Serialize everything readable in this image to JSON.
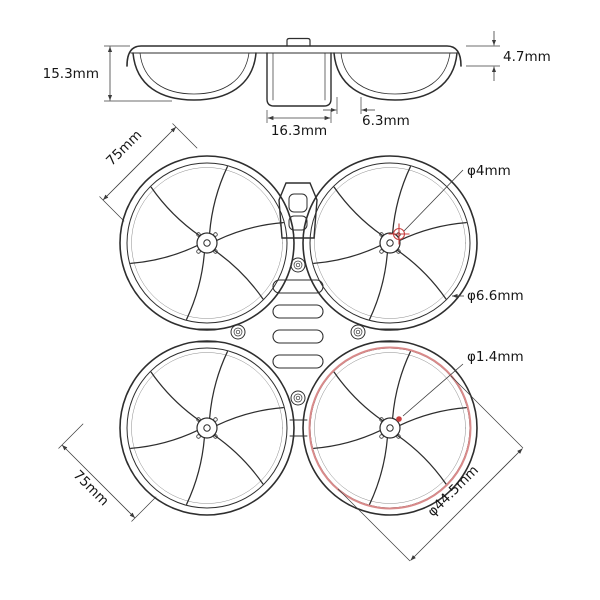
{
  "side_view": {
    "overall_height": "15.3mm",
    "top_band_height": "4.7mm",
    "center_width": "16.3mm",
    "gap_width": "6.3mm"
  },
  "top_view": {
    "wheelbase_upper": "75mm",
    "wheelbase_lower": "75mm",
    "hole_4mm": "φ4mm",
    "rim_6_6mm": "φ6.6mm",
    "hole_1_4mm": "φ1.4mm",
    "duct_44_5mm": "φ44.5mm"
  },
  "colors": {
    "line": "#2e2e2e",
    "dim": "#3c3c3c",
    "highlight": "#d98a8a",
    "accent_red": "#c94040"
  }
}
